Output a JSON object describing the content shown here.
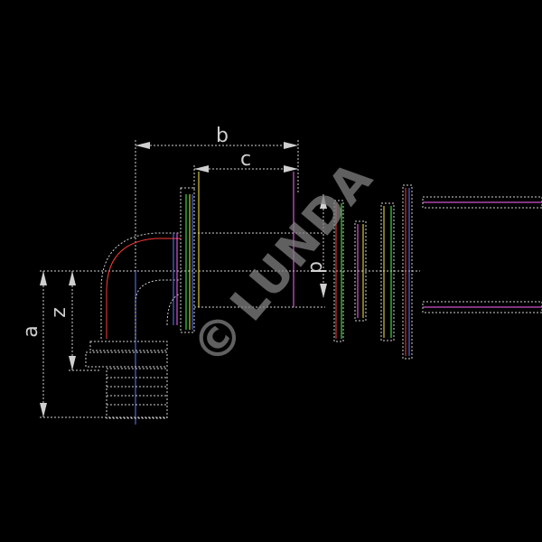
{
  "dimensions": {
    "b": "b",
    "c": "c",
    "a": "a",
    "z": "z",
    "d": "d"
  },
  "watermark": {
    "symbol": "©",
    "text": "LUNDA"
  },
  "colors": {
    "background": "#000000",
    "dimension": "#cfcfcf",
    "outline": "#ffffff",
    "red": "#ff3b3b",
    "green": "#4cff4c",
    "blue": "#5a7bff",
    "yellow": "#ffee44",
    "magenta": "#ff66ff",
    "watermark": "#808080"
  }
}
